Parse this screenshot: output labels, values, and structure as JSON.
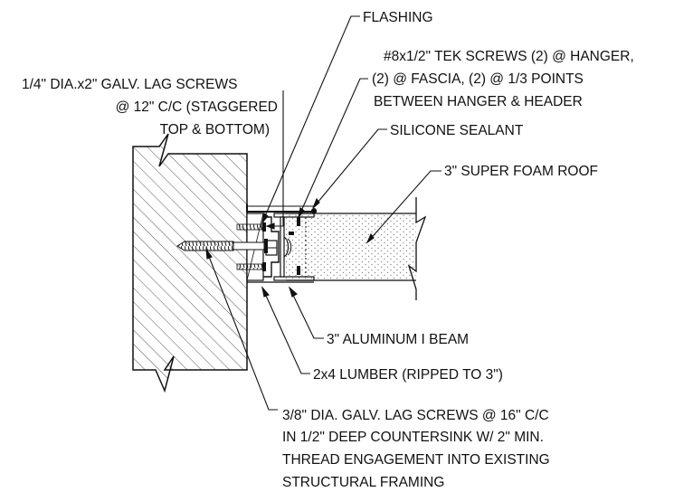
{
  "labels": {
    "flashing": "FLASHING",
    "tek_screws_1": "#8x1/2\" TEK SCREWS (2) @ HANGER,",
    "tek_screws_2": "(2) @ FASCIA, (2) @ 1/3 POINTS",
    "tek_screws_3": "BETWEEN HANGER & HEADER",
    "lag_small_1": "1/4\" DIA.x2\" GALV. LAG SCREWS",
    "lag_small_2": "@ 12\" C/C (STAGGERED",
    "lag_small_3": "TOP & BOTTOM)",
    "sealant": "SILICONE SEALANT",
    "foam_roof": "3\" SUPER FOAM ROOF",
    "i_beam": "3\" ALUMINUM I BEAM",
    "lumber": "2x4 LUMBER (RIPPED TO 3\")",
    "lag_large_1": "3/8\" DIA. GALV. LAG SCREWS @ 16\" C/C",
    "lag_large_2": "IN 1/2\" DEEP COUNTERSINK W/ 2\" MIN.",
    "lag_large_3": "THREAD ENGAGEMENT INTO EXISTING",
    "lag_large_4": "STRUCTURAL FRAMING"
  },
  "colors": {
    "line": "#111111",
    "hatch": "#555555",
    "foam_dots": "#8a8a8a"
  }
}
